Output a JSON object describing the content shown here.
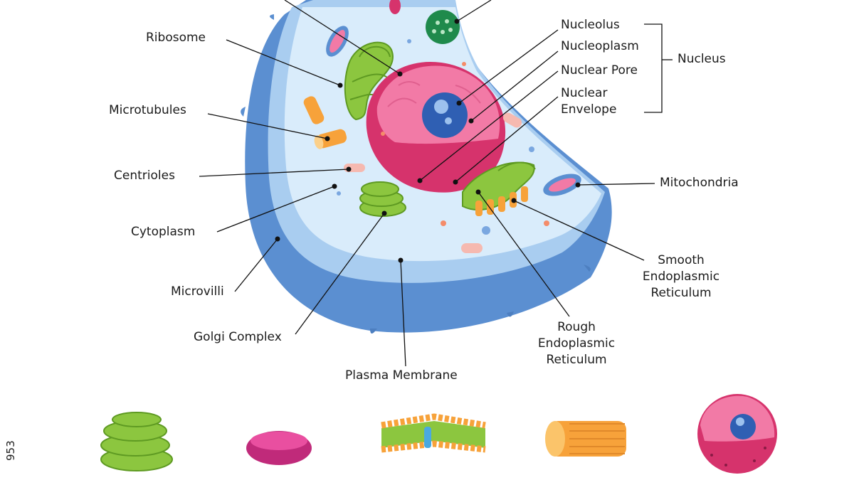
{
  "labels": {
    "ribosome": "Ribosome",
    "microtubules": "Microtubules",
    "centrioles": "Centrioles",
    "cytoplasm": "Cytoplasm",
    "microvilli": "Microvilli",
    "golgi_complex": "Golgi Complex",
    "plasma_membrane": "Plasma Membrane",
    "nucleolus": "Nucleolus",
    "nucleoplasm": "Nucleoplasm",
    "nuclear_pore": "Nuclear Pore",
    "nuclear_envelope": "Nuclear\nEnvelope",
    "nucleus": "Nucleus",
    "mitochondria": "Mitochondria",
    "smooth_er": "Smooth\nEndoplasmic\nReticulum",
    "rough_er": "Rough\nEndoplasmic\nReticulum"
  },
  "side_code": "953",
  "colors": {
    "membrane": "#5b8fd1",
    "cytoplasm": "#d9ecfb",
    "nucleus": "#f27aa6",
    "nucleus_dark": "#d6336c",
    "nucleolus": "#2f5fb3",
    "golgi": "#8cc63f",
    "er_orange": "#f7a23a"
  }
}
